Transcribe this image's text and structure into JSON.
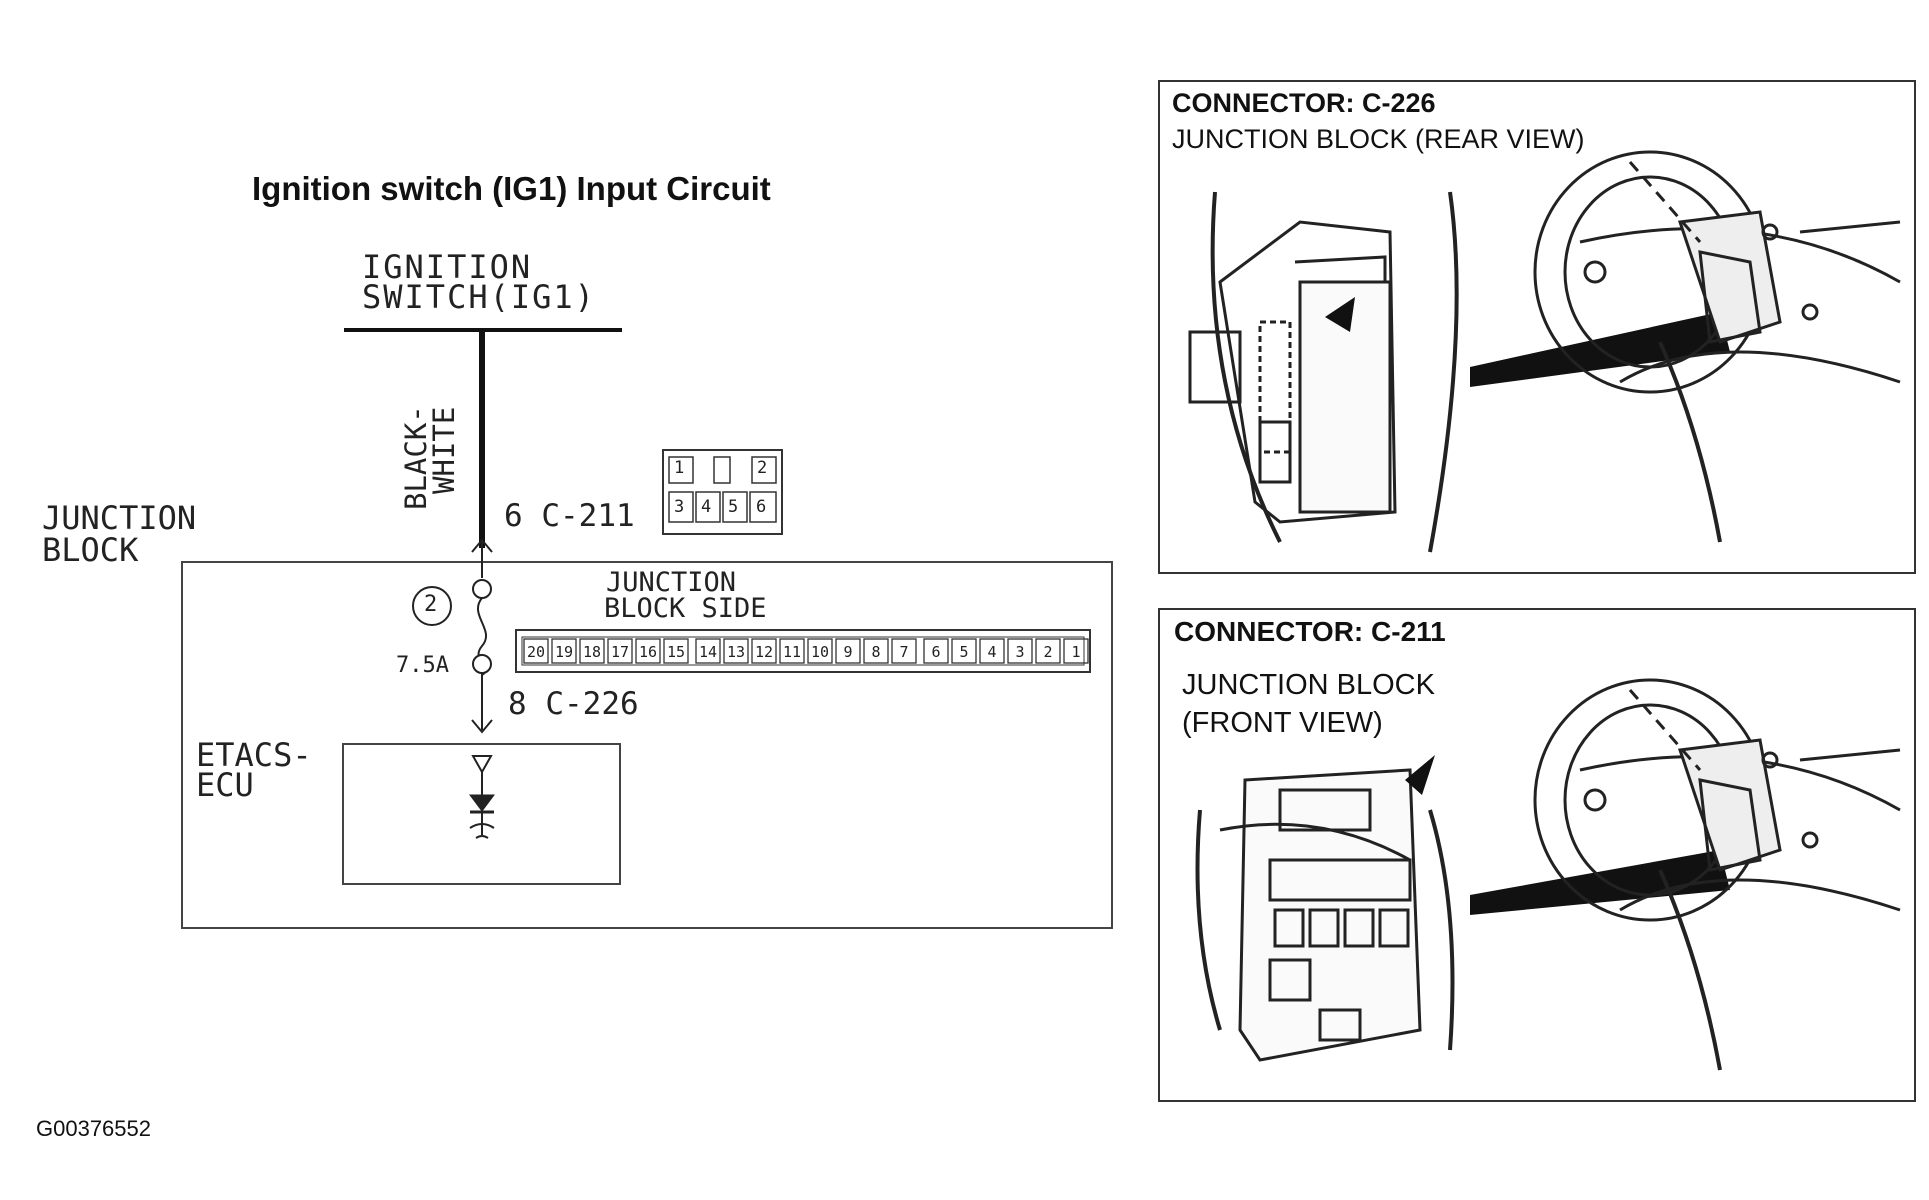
{
  "diagram": {
    "title": "Ignition switch (IG1) Input Circuit",
    "source_label": [
      "IGNITION",
      "SWITCH(IG1)"
    ],
    "wire_color": [
      "BLACK-",
      "WHITE"
    ],
    "pin_top": "6 C-211",
    "pin_bottom": "8 C-226",
    "junction_block_label": [
      "JUNCTION",
      "BLOCK"
    ],
    "junction_block_side_label": [
      "JUNCTION",
      "BLOCK SIDE"
    ],
    "fuse_number": "2",
    "fuse_rating": "7.5A",
    "ecu_label": [
      "ETACS-",
      "ECU"
    ],
    "small_connector_pins": [
      "1",
      "2",
      "3",
      "4",
      "5",
      "6"
    ],
    "long_connector_pins": [
      "20",
      "19",
      "18",
      "17",
      "16",
      "15",
      "14",
      "13",
      "12",
      "11",
      "10",
      "9",
      "8",
      "7",
      "6",
      "5",
      "4",
      "3",
      "2",
      "1"
    ],
    "figure_id": "G00376552"
  },
  "panels": [
    {
      "title": "CONNECTOR: C-226",
      "subtitle": [
        "JUNCTION BLOCK (REAR VIEW)"
      ]
    },
    {
      "title": "CONNECTOR: C-211",
      "subtitle": [
        "JUNCTION BLOCK",
        "(FRONT VIEW)"
      ]
    }
  ]
}
